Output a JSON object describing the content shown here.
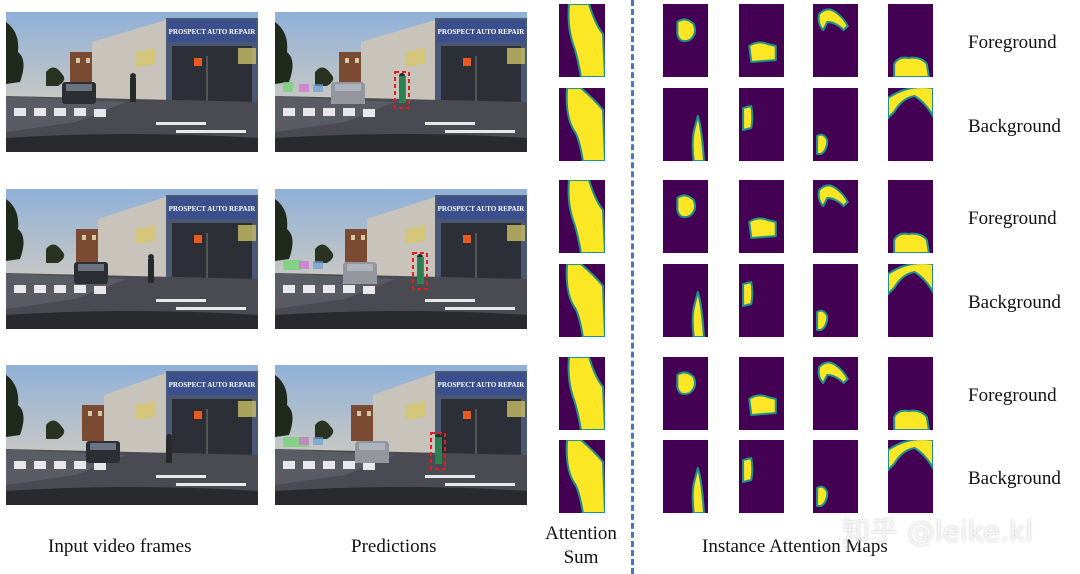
{
  "row_labels": [
    "Foreground",
    "Background",
    "Foreground",
    "Background",
    "Foreground",
    "Background"
  ],
  "captions": {
    "input": "Input video frames",
    "predictions": "Predictions",
    "attention_sum_line1": "Attention",
    "attention_sum_line2": "Sum",
    "instance_maps": "Instance Attention Maps"
  },
  "watermark": "知乎 @leike.kl",
  "scene_text": {
    "sign": "PROSPECT AUTO REPAIR"
  },
  "colors": {
    "attn_bg": "#440154",
    "attn_fg": "#fde725",
    "attn_edge": "#21918c",
    "divider": "#4a74c9",
    "pred_box": "#e02020",
    "pred_person": "#2e8b57"
  }
}
